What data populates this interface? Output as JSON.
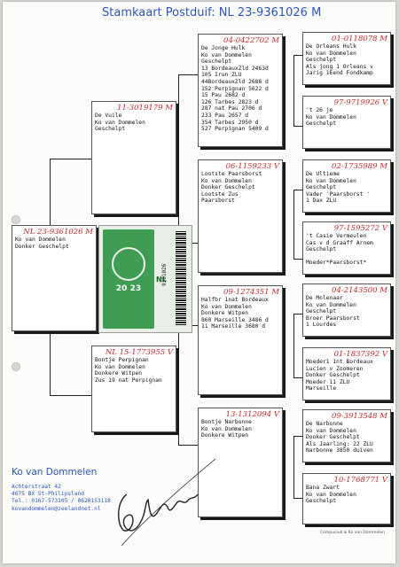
{
  "header": {
    "title": "Stamkaart Postduif: NL  23-9361026 M"
  },
  "pedigree": {
    "subject": {
      "ring": "NL  23-9361026 M",
      "lines": [
        "Ko van Dommelen",
        "Donker Geschelpt"
      ]
    },
    "father": {
      "ring": "11-3019179 M",
      "lines": [
        "De Vuile",
        "Ko van Dommelen",
        "Geschelpt"
      ]
    },
    "mother": {
      "ring": "NL  15-1773955 V",
      "lines": [
        "Bontje Perpignan",
        "Ko van Dommelen",
        "Donkere Witpen",
        "Zus 19 nat Perpignan"
      ]
    },
    "ff": {
      "ring": "04-0422702 M",
      "lines": [
        "De Jonge Hulk",
        "Ko van Dommelen",
        "Geschelpt",
        "13 BordeauxZld 2463d",
        "105 Irun ZLU",
        "44BordeauxZld 2686 d",
        "152 Perpignan 5622 d",
        "15 Pau        2682 d",
        "126 Tarbes    2823 d",
        "287 nat Pau   2706 d",
        "233 Pau       2657 d",
        "354 Tarbes    2950 d",
        "527 Perpignan 5409 d"
      ]
    },
    "fm": {
      "ring": "06-1159233 V",
      "lines": [
        "Lootste Paarsborst",
        "Ko van Dommelen",
        "Donker Geschelpt",
        "Lootste Zus",
        "Paarsborst"
      ]
    },
    "mf": {
      "ring": "09-1274351 M",
      "lines": [
        "Halfbr 1nat Bordeaux",
        "Ko van Dommelen",
        "Donkere Witpen",
        "860 Marseille 3486 d",
        "11 Marseille 3680 d"
      ]
    },
    "mm": {
      "ring": "13-1312094 V",
      "lines": [
        "Bontje Narbonne",
        "Ko van Dommelen",
        "Donkere Witpen"
      ]
    },
    "fff": {
      "ring": "01-0118078 M",
      "lines": [
        "De Orleans Hulk",
        "Ko van Dommelen",
        "Geschelpt",
        "Als jong 1 Orleans v",
        "Jarig 1Eend Fondkamp"
      ]
    },
    "ffm": {
      "ring": "97-9719926 V",
      "lines": [
        "'t 26 je",
        "Ko van Dommelen",
        "Geschelpt"
      ]
    },
    "fmf": {
      "ring": "02-1735989 M",
      "lines": [
        "De Ultieme",
        "Ko van Dommelen",
        "Geschelpt",
        "Vader 'Paarsborst '",
        "1 Dax ZLU"
      ]
    },
    "fmm": {
      "ring": "97-1595272 V",
      "lines": [
        "'t Casie Vermeulen",
        "Cas v d Graaff Arnem",
        "Geschelpt",
        "",
        "Moeder*Paarsborst*"
      ]
    },
    "mff": {
      "ring": "04-2143500 M",
      "lines": [
        "De Molenaar",
        "Ko van Dommelen",
        "Geschelpt",
        "Broer Paarsborst",
        "1 Lourdes"
      ]
    },
    "mfm": {
      "ring": "01-1837392 V",
      "lines": [
        "Moeder1 1nt Bordeaux",
        "Lucien v Zoomeren",
        "Donker Geschelpt",
        "Moeder 11 ZLU",
        "Marseille"
      ]
    },
    "mmf": {
      "ring": "09-3913548 M",
      "lines": [
        "De Narbonne",
        "Ko van Dommelen",
        "Donker Geschelpt",
        "Als Jaarling: 22 ZLU",
        "Narbonne 3850 duiven"
      ]
    },
    "mmm": {
      "ring": "10-1768771 V",
      "lines": [
        "Bana Zwart",
        "Ko van Dommelen",
        "Geschelpt"
      ]
    }
  },
  "ring_card": {
    "year": "20  23",
    "country": "NL",
    "number": "9361026"
  },
  "owner": {
    "name": "Ko van Dommelen",
    "lines": [
      "Achterstraat 42",
      "4675 BX  St-Philipsland",
      "Tel.: 0167-573105 / 0620153118",
      "kovandommelen@zeelandnet.nl"
    ]
  },
  "footer": {
    "text": "Compuclub & Ko van Dommelen"
  }
}
